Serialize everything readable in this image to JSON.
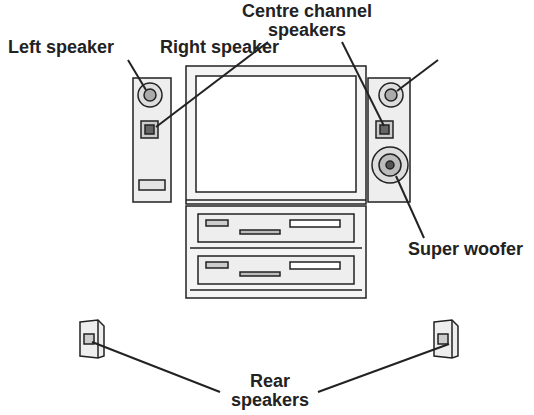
{
  "diagram": {
    "labels": [
      "Left speaker",
      "Right speaker",
      "Centre channel speakers",
      "Super woofer",
      "Rear speakers"
    ]
  }
}
